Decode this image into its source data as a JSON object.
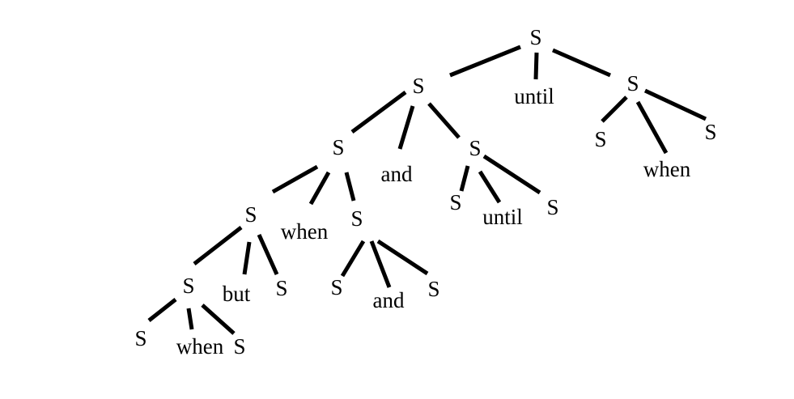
{
  "tree": {
    "nodes": {
      "root": "S",
      "root_conj": "until",
      "l1": "S",
      "r1": "S",
      "r1_left": "S",
      "r1_conj": "when",
      "r1_right": "S",
      "l1_conj": "and",
      "l2": "S",
      "m2": "S",
      "m2_left": "S",
      "m2_conj": "until",
      "m2_right": "S",
      "l2_conj": "when",
      "l3": "S",
      "m3": "S",
      "m3_left": "S",
      "m3_conj": "and",
      "m3_right": "S",
      "l3_conj": "but",
      "l3_right": "S",
      "l4": "S",
      "l4_left": "S",
      "l4_conj": "when",
      "l4_right": "S"
    }
  },
  "colors": {
    "background": "#ffffff",
    "ink": "#000000"
  }
}
